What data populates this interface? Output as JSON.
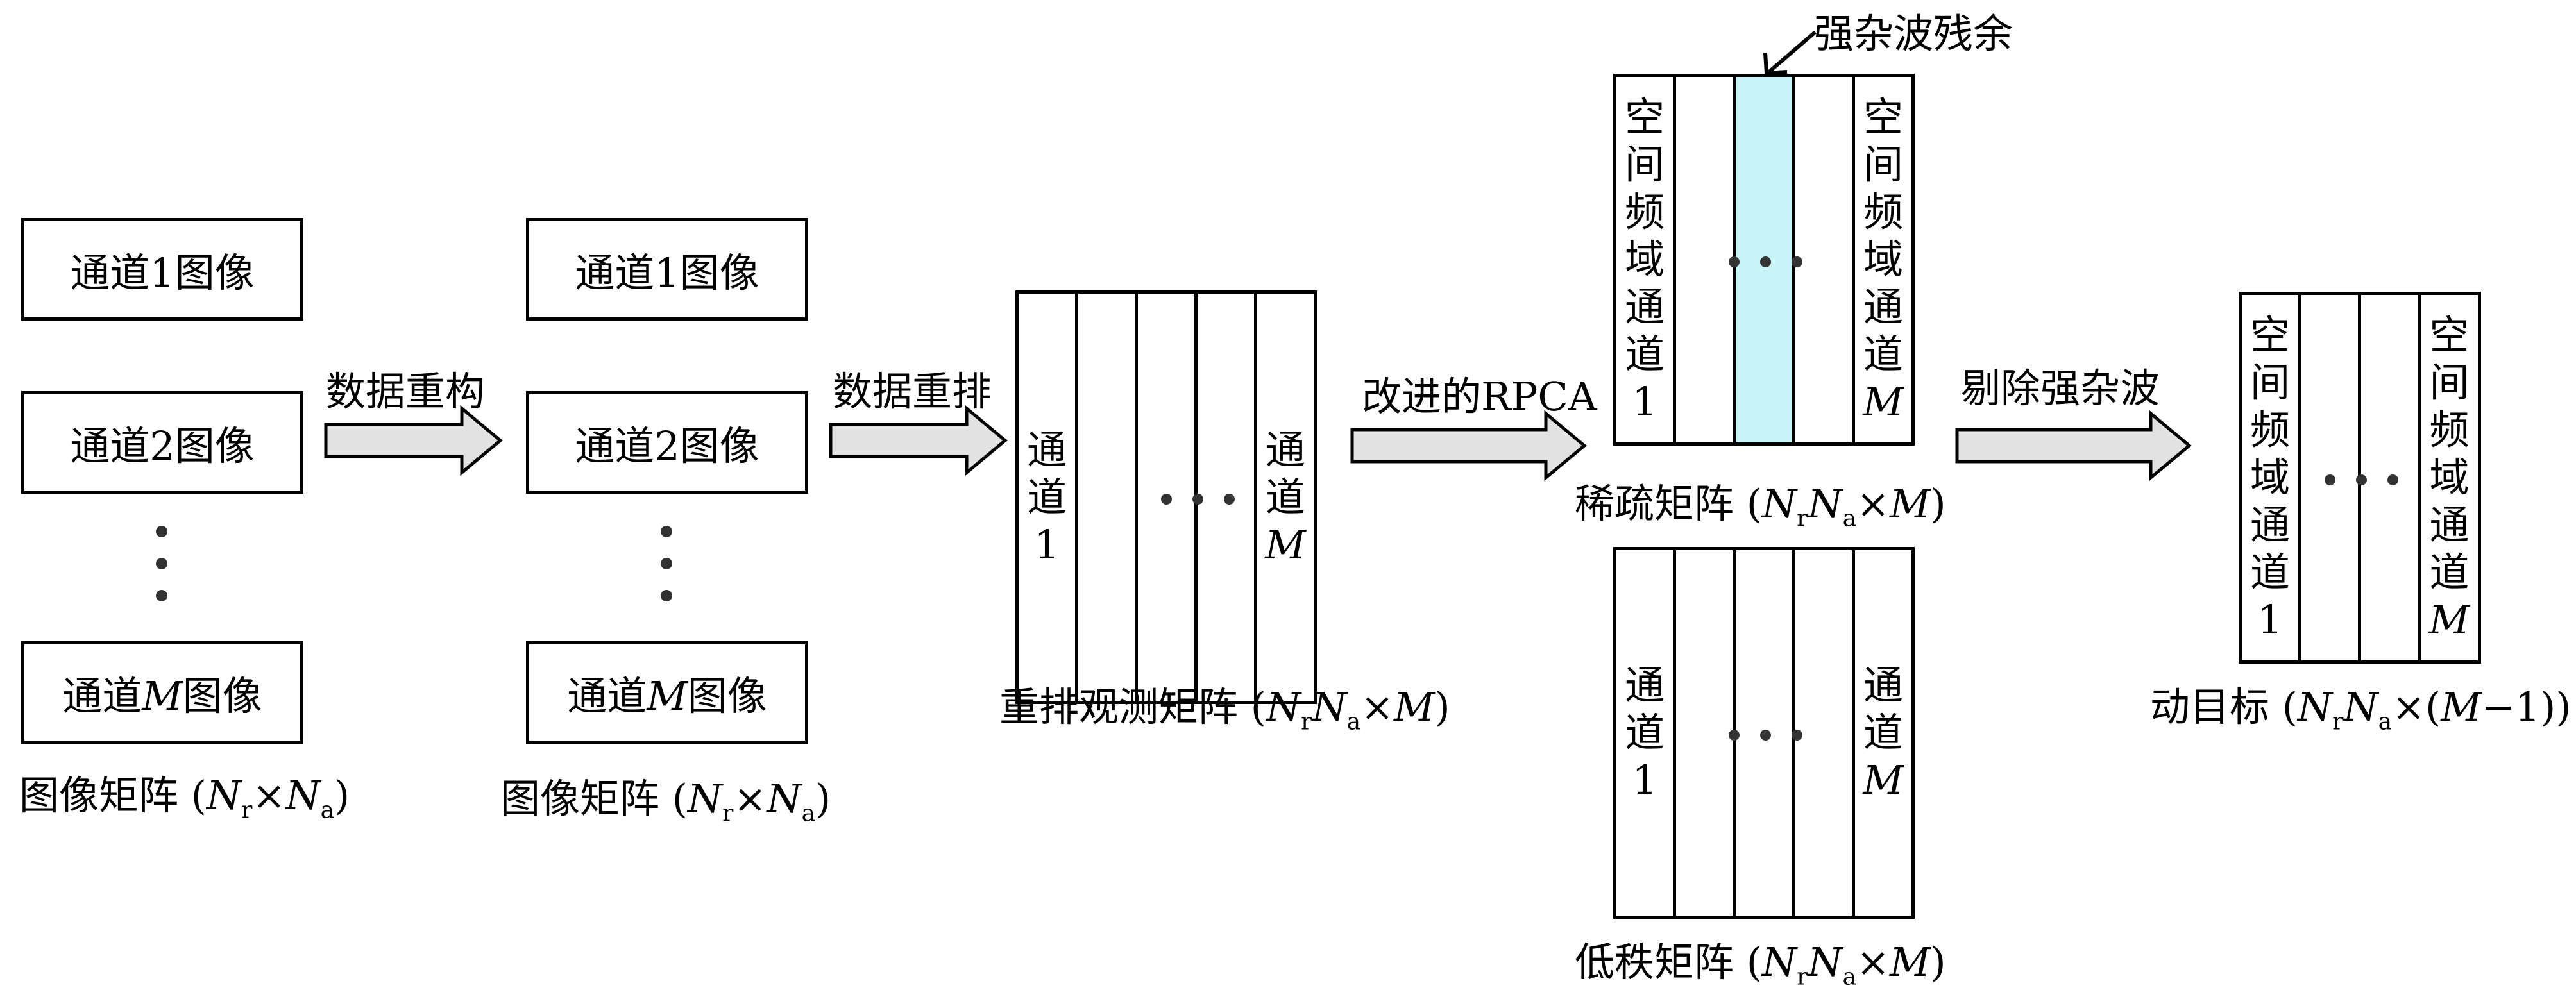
{
  "column1": {
    "box1": "通道1图像",
    "box2": "通道2图像",
    "box3_prefix": "通道",
    "box3_var": "M",
    "box3_suffix": "图像",
    "caption": "图像矩阵 (Nr×Na)"
  },
  "arrow1_label": "数据重构",
  "column2": {
    "box1": "通道1图像",
    "box2": "通道2图像",
    "box3_prefix": "通道",
    "box3_var": "M",
    "box3_suffix": "图像",
    "caption": "图像矩阵 (Nr×Na)"
  },
  "arrow2_label": "数据重排",
  "rearranged": {
    "first_col": [
      "通",
      "道",
      "1"
    ],
    "last_col": [
      "通",
      "道",
      "M"
    ],
    "caption": "重排观测矩阵 (NrNa×M)"
  },
  "arrow3_label": "改进的RPCA",
  "sparse": {
    "first_col": [
      "空",
      "间",
      "频",
      "域",
      "通",
      "道",
      "1"
    ],
    "last_col": [
      "空",
      "间",
      "频",
      "域",
      "通",
      "道",
      "M"
    ],
    "annotation": "强杂波残余",
    "caption": "稀疏矩阵 (NrNa×M)",
    "highlight_color": "#c8f4f8"
  },
  "lowrank": {
    "first_col": [
      "通",
      "道",
      "1"
    ],
    "last_col": [
      "通",
      "道",
      "M"
    ],
    "caption": "低秩矩阵 (NrNa×M)"
  },
  "arrow4_label": "剔除强杂波",
  "moving": {
    "first_col": [
      "空",
      "间",
      "频",
      "域",
      "通",
      "道",
      "1"
    ],
    "last_col": [
      "空",
      "间",
      "频",
      "域",
      "通",
      "道",
      "M"
    ],
    "caption": "动目标 (NrNa×(M−1))"
  }
}
